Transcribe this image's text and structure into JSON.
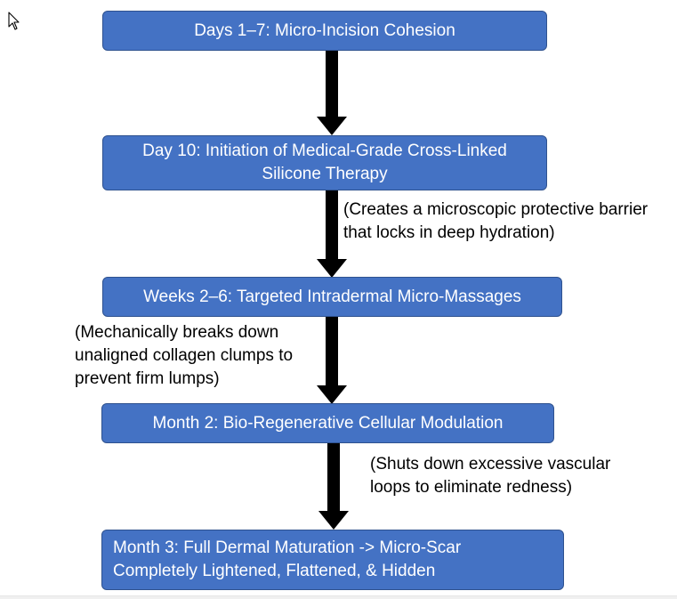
{
  "diagram": {
    "steps": [
      {
        "label": "Days 1–7: Micro-Incision Cohesion"
      },
      {
        "label": "Day 10: Initiation of Medical-Grade Cross-Linked\nSilicone Therapy"
      },
      {
        "label": "Weeks 2–6: Targeted Intradermal Micro-Massages"
      },
      {
        "label": "Month 2: Bio-Regenerative Cellular Modulation"
      },
      {
        "label": "Month 3: Full Dermal Maturation -> Micro-Scar\nCompletely Lightened, Flattened, & Hidden"
      }
    ],
    "annotations": [
      {
        "text": "(Creates a microscopic protective barrier\nthat locks in deep hydration)"
      },
      {
        "text": "(Mechanically breaks down\nunaligned collagen clumps to\nprevent firm lumps)"
      },
      {
        "text": "(Shuts down excessive vascular\nloops to eliminate redness)"
      }
    ],
    "colors": {
      "box_fill": "#4472c4",
      "box_border": "#2f528f",
      "box_text": "#ffffff",
      "arrow": "#000000",
      "note_text": "#000000"
    }
  }
}
